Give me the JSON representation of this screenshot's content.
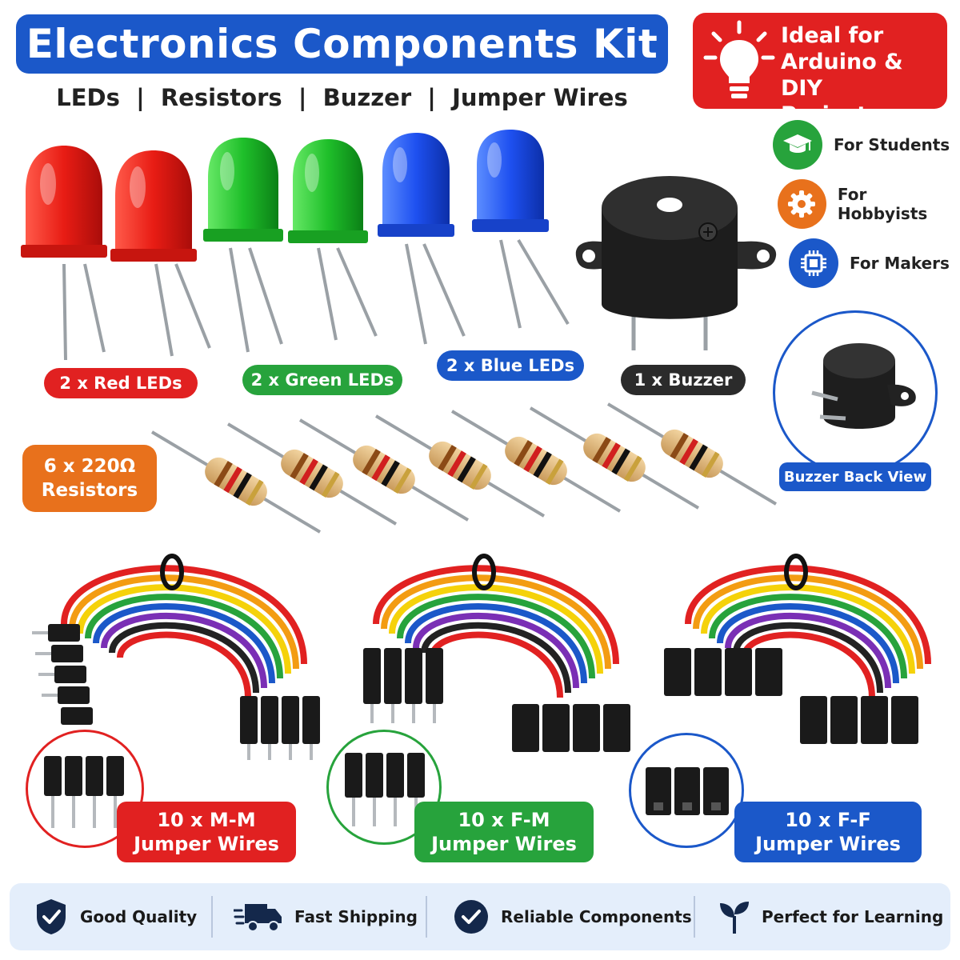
{
  "header": {
    "title": "Electronics Components Kit",
    "subtitle": "LEDs  |  Resistors  |  Buzzer  |  Jumper Wires"
  },
  "ideal": {
    "line1": "Ideal for",
    "line2": "Arduino & DIY",
    "line3": "Projects",
    "icon": "lightbulb-icon"
  },
  "audience": [
    {
      "label": "For Students",
      "icon": "graduation-cap-icon",
      "color": "#27a33c"
    },
    {
      "label": "For Hobbyists",
      "icon": "gear-icon",
      "color": "#e8711c"
    },
    {
      "label": "For Makers",
      "icon": "chip-icon",
      "color": "#1b58c9"
    }
  ],
  "components": {
    "red_leds": "2 x Red LEDs",
    "green_leds": "2 x Green LEDs",
    "blue_leds": "2 x Blue LEDs",
    "buzzer": "1 x Buzzer",
    "buzzer_back": "Buzzer Back View",
    "resistors_line1": "6 x 220Ω",
    "resistors_line2": "Resistors"
  },
  "jumpers": {
    "mm_line1": "10 x M-M",
    "mm_line2": "Jumper Wires",
    "fm_line1": "10 x F-M",
    "fm_line2": "Jumper Wires",
    "ff_line1": "10 x F-F",
    "ff_line2": "Jumper Wires"
  },
  "features": [
    {
      "label": "Good Quality",
      "icon": "shield-check-icon"
    },
    {
      "label": "Fast Shipping",
      "icon": "delivery-truck-icon"
    },
    {
      "label": "Reliable Components",
      "icon": "check-circle-icon"
    },
    {
      "label": "Perfect for Learning",
      "icon": "seedling-icon"
    }
  ],
  "colors": {
    "red": "#e12121",
    "green": "#27a33c",
    "blue": "#1b58c9",
    "orange": "#e8711c",
    "dark": "#2b2b2b"
  }
}
